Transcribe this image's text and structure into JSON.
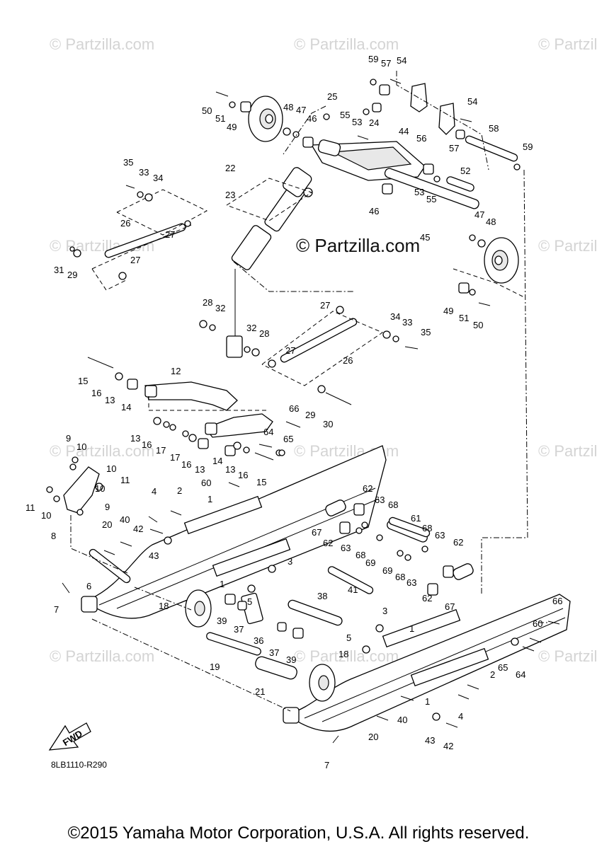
{
  "watermarks": {
    "small": "© Partzilla.com",
    "center": "© Partzilla.com"
  },
  "fwd_label": "FWD",
  "diagram_code": "8LB1110-R290",
  "copyright": "©2015 Yamaha Motor Corporation, U.S.A. All rights reserved.",
  "callouts": [
    {
      "id": "c59a",
      "n": "59"
    },
    {
      "id": "c57a",
      "n": "57"
    },
    {
      "id": "c54a",
      "n": "54"
    },
    {
      "id": "c25",
      "n": "25"
    },
    {
      "id": "c50a",
      "n": "50"
    },
    {
      "id": "c51a",
      "n": "51"
    },
    {
      "id": "c49a",
      "n": "49"
    },
    {
      "id": "c48a",
      "n": "48"
    },
    {
      "id": "c47a",
      "n": "47"
    },
    {
      "id": "c46a",
      "n": "46"
    },
    {
      "id": "c55a",
      "n": "55"
    },
    {
      "id": "c53a",
      "n": "53"
    },
    {
      "id": "c24",
      "n": "24"
    },
    {
      "id": "c44",
      "n": "44"
    },
    {
      "id": "c56",
      "n": "56"
    },
    {
      "id": "c54b",
      "n": "54"
    },
    {
      "id": "c57b",
      "n": "57"
    },
    {
      "id": "c58",
      "n": "58"
    },
    {
      "id": "c59b",
      "n": "59"
    },
    {
      "id": "c52",
      "n": "52"
    },
    {
      "id": "c53b",
      "n": "53"
    },
    {
      "id": "c55b",
      "n": "55"
    },
    {
      "id": "c46b",
      "n": "46"
    },
    {
      "id": "c45",
      "n": "45"
    },
    {
      "id": "c47b",
      "n": "47"
    },
    {
      "id": "c48b",
      "n": "48"
    },
    {
      "id": "c49b",
      "n": "49"
    },
    {
      "id": "c51b",
      "n": "51"
    },
    {
      "id": "c50b",
      "n": "50"
    },
    {
      "id": "c22",
      "n": "22"
    },
    {
      "id": "c23",
      "n": "23"
    },
    {
      "id": "c35a",
      "n": "35"
    },
    {
      "id": "c33a",
      "n": "33"
    },
    {
      "id": "c34a",
      "n": "34"
    },
    {
      "id": "c26a",
      "n": "26"
    },
    {
      "id": "c27a",
      "n": "27"
    },
    {
      "id": "c27b",
      "n": "27"
    },
    {
      "id": "c31",
      "n": "31"
    },
    {
      "id": "c29a",
      "n": "29"
    },
    {
      "id": "c28a",
      "n": "28"
    },
    {
      "id": "c32a",
      "n": "32"
    },
    {
      "id": "c32b",
      "n": "32"
    },
    {
      "id": "c28b",
      "n": "28"
    },
    {
      "id": "c27c",
      "n": "27"
    },
    {
      "id": "c27d",
      "n": "27"
    },
    {
      "id": "c34b",
      "n": "34"
    },
    {
      "id": "c33b",
      "n": "33"
    },
    {
      "id": "c35b",
      "n": "35"
    },
    {
      "id": "c26b",
      "n": "26"
    },
    {
      "id": "c12",
      "n": "12"
    },
    {
      "id": "c15a",
      "n": "15"
    },
    {
      "id": "c16a",
      "n": "16"
    },
    {
      "id": "c13a",
      "n": "13"
    },
    {
      "id": "c14a",
      "n": "14"
    },
    {
      "id": "c29b",
      "n": "29"
    },
    {
      "id": "c30",
      "n": "30"
    },
    {
      "id": "c66a",
      "n": "66"
    },
    {
      "id": "c13b",
      "n": "13"
    },
    {
      "id": "c16b",
      "n": "16"
    },
    {
      "id": "c17a",
      "n": "17"
    },
    {
      "id": "c17b",
      "n": "17"
    },
    {
      "id": "c16c",
      "n": "16"
    },
    {
      "id": "c13c",
      "n": "13"
    },
    {
      "id": "c14b",
      "n": "14"
    },
    {
      "id": "c64a",
      "n": "64"
    },
    {
      "id": "c65a",
      "n": "65"
    },
    {
      "id": "c13d",
      "n": "13"
    },
    {
      "id": "c16d",
      "n": "16"
    },
    {
      "id": "c15b",
      "n": "15"
    },
    {
      "id": "c9a",
      "n": "9"
    },
    {
      "id": "c10a",
      "n": "10"
    },
    {
      "id": "c10b",
      "n": "10"
    },
    {
      "id": "c10c",
      "n": "10"
    },
    {
      "id": "c11a",
      "n": "11"
    },
    {
      "id": "c11b",
      "n": "11"
    },
    {
      "id": "c10d",
      "n": "10"
    },
    {
      "id": "c9b",
      "n": "9"
    },
    {
      "id": "c8",
      "n": "8"
    },
    {
      "id": "c60a",
      "n": "60"
    },
    {
      "id": "c4a",
      "n": "4"
    },
    {
      "id": "c2a",
      "n": "2"
    },
    {
      "id": "c1a",
      "n": "1"
    },
    {
      "id": "c40a",
      "n": "40"
    },
    {
      "id": "c20a",
      "n": "20"
    },
    {
      "id": "c42a",
      "n": "42"
    },
    {
      "id": "c43a",
      "n": "43"
    },
    {
      "id": "c62a",
      "n": "62"
    },
    {
      "id": "c63a",
      "n": "63"
    },
    {
      "id": "c68a",
      "n": "68"
    },
    {
      "id": "c67a",
      "n": "67"
    },
    {
      "id": "c62b",
      "n": "62"
    },
    {
      "id": "c63b",
      "n": "63"
    },
    {
      "id": "c68b",
      "n": "68"
    },
    {
      "id": "c61",
      "n": "61"
    },
    {
      "id": "c68c",
      "n": "68"
    },
    {
      "id": "c63c",
      "n": "63"
    },
    {
      "id": "c62c",
      "n": "62"
    },
    {
      "id": "c69a",
      "n": "69"
    },
    {
      "id": "c69b",
      "n": "69"
    },
    {
      "id": "c68d",
      "n": "68"
    },
    {
      "id": "c63d",
      "n": "63"
    },
    {
      "id": "c62d",
      "n": "62"
    },
    {
      "id": "c67b",
      "n": "67"
    },
    {
      "id": "c3a",
      "n": "3"
    },
    {
      "id": "c41",
      "n": "41"
    },
    {
      "id": "c6",
      "n": "6"
    },
    {
      "id": "c1b",
      "n": "1"
    },
    {
      "id": "c5a",
      "n": "5"
    },
    {
      "id": "c18a",
      "n": "18"
    },
    {
      "id": "c7a",
      "n": "7"
    },
    {
      "id": "c39a",
      "n": "39"
    },
    {
      "id": "c37a",
      "n": "37"
    },
    {
      "id": "c38",
      "n": "38"
    },
    {
      "id": "c36",
      "n": "36"
    },
    {
      "id": "c37b",
      "n": "37"
    },
    {
      "id": "c39b",
      "n": "39"
    },
    {
      "id": "c3b",
      "n": "3"
    },
    {
      "id": "c1c",
      "n": "1"
    },
    {
      "id": "c5b",
      "n": "5"
    },
    {
      "id": "c18b",
      "n": "18"
    },
    {
      "id": "c19",
      "n": "19"
    },
    {
      "id": "c21",
      "n": "21"
    },
    {
      "id": "c66b",
      "n": "66"
    },
    {
      "id": "c60b",
      "n": "60"
    },
    {
      "id": "c65b",
      "n": "65"
    },
    {
      "id": "c64b",
      "n": "64"
    },
    {
      "id": "c2b",
      "n": "2"
    },
    {
      "id": "c1d",
      "n": "1"
    },
    {
      "id": "c4b",
      "n": "4"
    },
    {
      "id": "c40b",
      "n": "40"
    },
    {
      "id": "c20b",
      "n": "20"
    },
    {
      "id": "c43b",
      "n": "43"
    },
    {
      "id": "c42b",
      "n": "42"
    },
    {
      "id": "c7b",
      "n": "7"
    }
  ]
}
